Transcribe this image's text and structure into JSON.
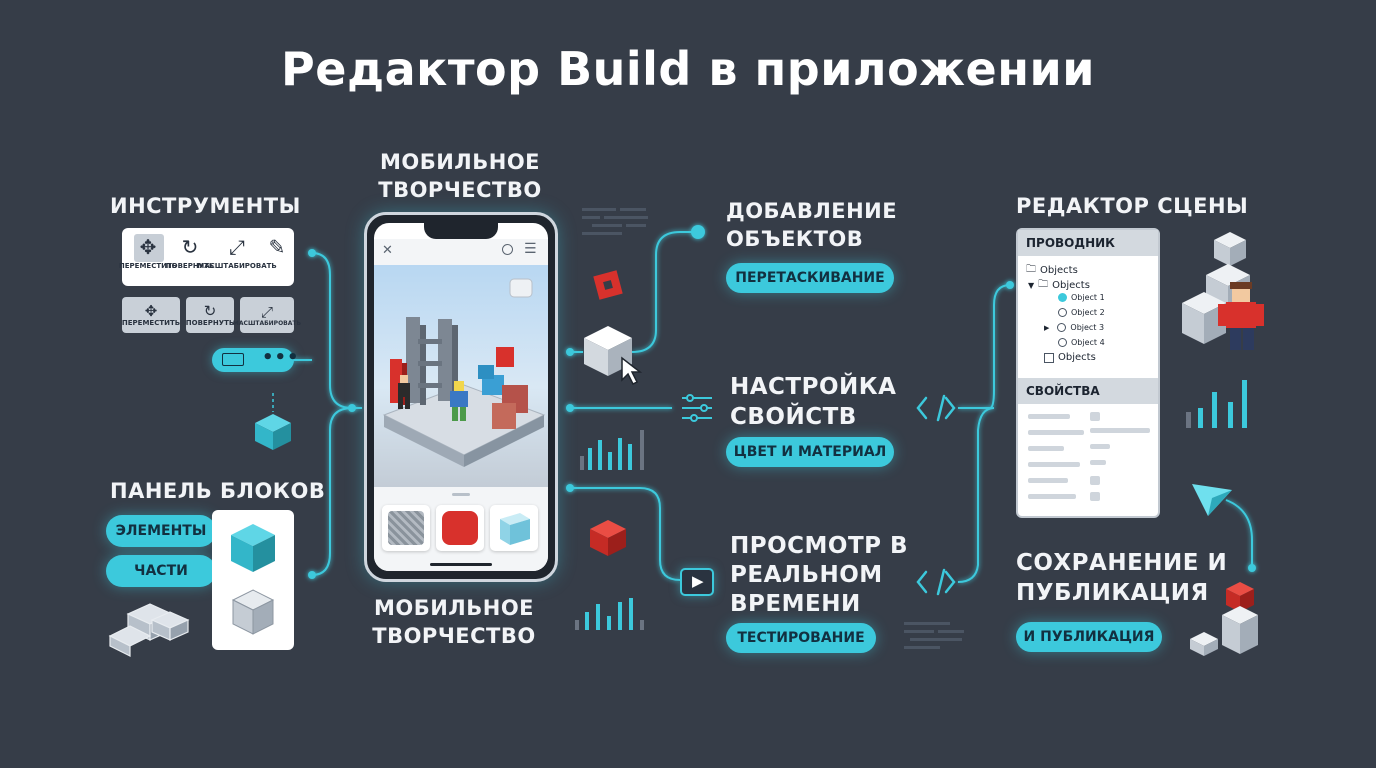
{
  "title": "Редактор Build в приложении",
  "sections": {
    "mobile_top": {
      "line1": "МОБИЛЬНОЕ",
      "line2": "ТВОРЧЕСТВО"
    },
    "mobile_bottom": {
      "line1": "МОБИЛЬНОЕ",
      "line2": "ТВОРЧЕСТВО"
    },
    "tools": {
      "heading": "ИНСТРУМЕНТЫ",
      "row1": [
        {
          "label": "ПЕРЕМЕСТИТЬ",
          "icon": "move-icon"
        },
        {
          "label": "ПОВЕРНУТЬ",
          "icon": "rotate-icon"
        },
        {
          "label": "МАСШТАБИРОВАТЬ",
          "icon": "scale-icon"
        },
        {
          "label": "",
          "icon": "ruler-icon"
        }
      ],
      "row2": [
        {
          "label": "ПЕРЕМЕСТИТЬ",
          "icon": "move-icon"
        },
        {
          "label": "ПОВЕРНУТЬ",
          "icon": "rotate-icon"
        },
        {
          "label": "МАСШТАБИРОВАТЬ",
          "icon": "scale-icon"
        }
      ]
    },
    "blocks": {
      "heading": "ПАНЕЛЬ БЛОКОВ",
      "elements": "ЭЛЕМЕНТЫ",
      "parts": "ЧАСТИ"
    },
    "add_objects": {
      "line1": "ДОБАВЛЕНИЕ",
      "line2": "ОБЪЕКТОВ",
      "pill": "ПЕРЕТАСКИВАНИЕ"
    },
    "properties": {
      "line1": "НАСТРОЙКА",
      "line2": "СВОЙСТВ",
      "pill": "ЦВЕТ И МАТЕРИАЛ"
    },
    "preview": {
      "line1": "ПРОСМОТР В",
      "line2": "РЕАЛЬНОМ",
      "line3": "ВРЕМЕНИ",
      "pill": "ТЕСТИРОВАНИЕ"
    },
    "scene_editor": {
      "heading": "РЕДАКТОР СЦЕНЫ",
      "explorer_title": "ПРОВОДНИК",
      "tree": [
        "Objects",
        "Objects",
        "Object 1",
        "Object 2",
        "Object 3",
        "Object 4",
        "Objects"
      ],
      "properties_title": "СВОЙСТВА"
    },
    "publish": {
      "line1": "СОХРАНЕНИЕ И",
      "line2": "ПУБЛИКАЦИЯ",
      "pill": "И ПУБЛИКАЦИЯ"
    }
  },
  "phone": {
    "close_glyph": "✕",
    "menu_glyph": "☰"
  },
  "colors": {
    "background": "#363d48",
    "accent": "#3cc9dc",
    "red": "#d8312c",
    "card": "#ffffff"
  }
}
